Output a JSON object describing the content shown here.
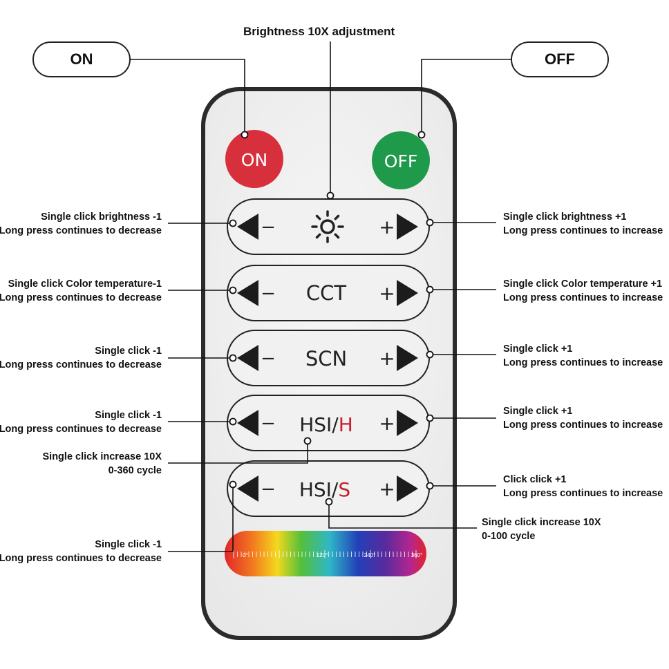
{
  "title": "Brightness 10X adjustment",
  "callouts": {
    "on_label": "ON",
    "off_label": "OFF"
  },
  "remote": {
    "on_button": "ON",
    "off_button": "OFF",
    "rows": [
      {
        "icon": "sun-icon",
        "label": ""
      },
      {
        "label": "CCT"
      },
      {
        "label": "SCN"
      },
      {
        "label_main": "HSI/",
        "label_accent": "H"
      },
      {
        "label_main": "HSI/",
        "label_accent": "S"
      }
    ],
    "minus": "−",
    "plus": "+",
    "hue_bar": {
      "ticks": [
        "0°",
        "120°",
        "240°",
        "360°"
      ]
    },
    "colors": {
      "on": "#d7303c",
      "off": "#1f9a4b",
      "accent": "#c8202e",
      "body": "#efefef",
      "frame": "#2b2b2b"
    }
  },
  "left_annotations": [
    {
      "line1": "Single click brightness -1",
      "line2": "Long press continues to decrease"
    },
    {
      "line1": "Single click Color temperature-1",
      "line2": "Long press continues to decrease"
    },
    {
      "line1": "Single click -1",
      "line2": "Long press continues to decrease"
    },
    {
      "line1": "Single click -1",
      "line2": "Long press continues to decrease"
    },
    {
      "line1": "Single click increase 10X",
      "line2": "0-360 cycle"
    },
    {
      "line1": "Single click -1",
      "line2": "Long press continues to decrease"
    }
  ],
  "right_annotations": [
    {
      "line1": "Single click brightness +1",
      "line2": "Long press continues to increase"
    },
    {
      "line1": "Single click Color temperature +1",
      "line2": "Long press continues to increase"
    },
    {
      "line1": "Single click +1",
      "line2": "Long press continues to increase"
    },
    {
      "line1": "Single click +1",
      "line2": "Long press continues to increase"
    },
    {
      "line1": "Click click +1",
      "line2": "Long press continues to increase"
    },
    {
      "line1": "Single click increase 10X",
      "line2": "0-100 cycle"
    }
  ]
}
